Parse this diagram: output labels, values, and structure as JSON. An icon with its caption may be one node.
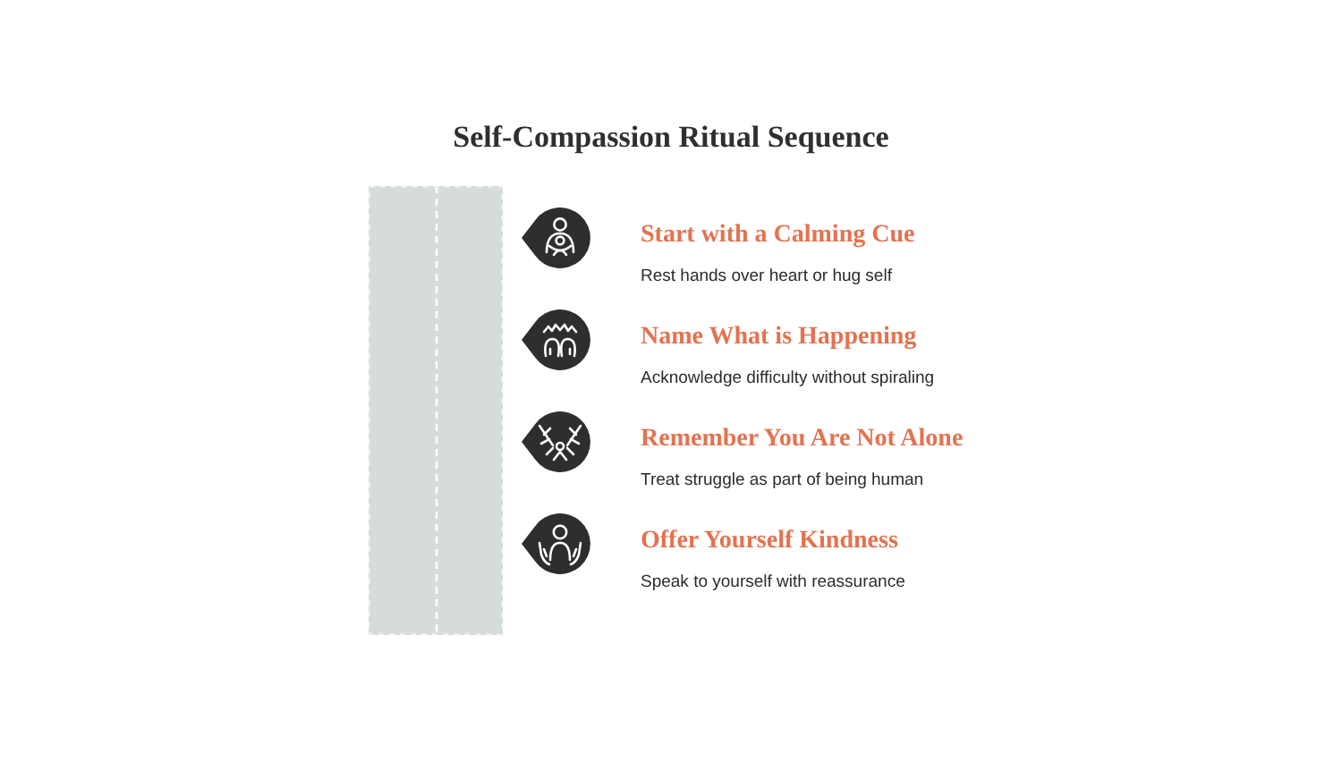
{
  "diagram": {
    "title": "Self-Compassion Ritual Sequence",
    "nodes": [
      {
        "text": [
          "Start with a Calming Cue",
          "Rest hands over heart or hug self"
        ]
      },
      {
        "text": [
          "Name What is Happening",
          "Acknowledge difficulty without spiraling"
        ]
      },
      {
        "text": [
          "Remember You Are Not Alone",
          "Treat struggle as part of being human"
        ]
      },
      {
        "text": [
          "Offer Yourself Kindness",
          "Speak to yourself with reassurance"
        ]
      }
    ]
  }
}
